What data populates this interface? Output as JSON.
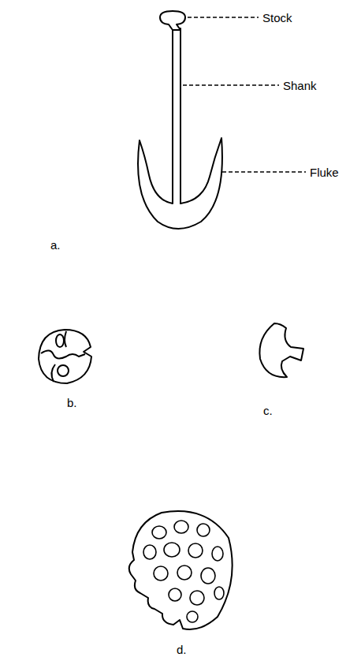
{
  "diagram": {
    "labels": [
      "Stock",
      "Shank",
      "Fluke",
      "a.",
      "b.",
      "c.",
      "d."
    ]
  }
}
